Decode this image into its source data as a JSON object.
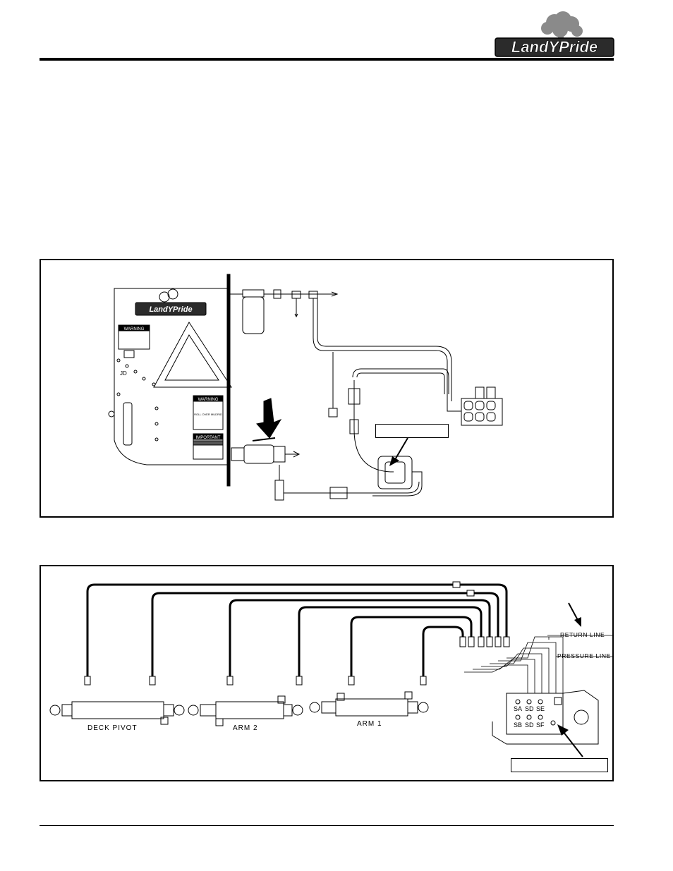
{
  "header": {
    "logo_text": "LandYPride"
  },
  "figure1": {
    "panel_logo_text": "LandYPride",
    "warning_label": "WARNING",
    "warning_label2": "WARNING",
    "roll_over_text": "ROLL OVER MUDRID",
    "important_label": "IMPORTANT",
    "side_mark": "JD"
  },
  "figure2": {
    "return_line_label": "RETURN LINE",
    "pressure_line_label": "PRESSURE LINE",
    "cylinders": [
      {
        "label": "DECK PIVOT"
      },
      {
        "label": "ARM 2"
      },
      {
        "label": "ARM 1"
      }
    ],
    "ports_top": [
      "SA",
      "SD",
      "SE"
    ],
    "ports_bottom": [
      "SB",
      "SD",
      "SF"
    ]
  },
  "colors": {
    "ink": "#000000",
    "logo_fill": "#2b2b2b",
    "tree_fill": "#8a8a8a"
  }
}
